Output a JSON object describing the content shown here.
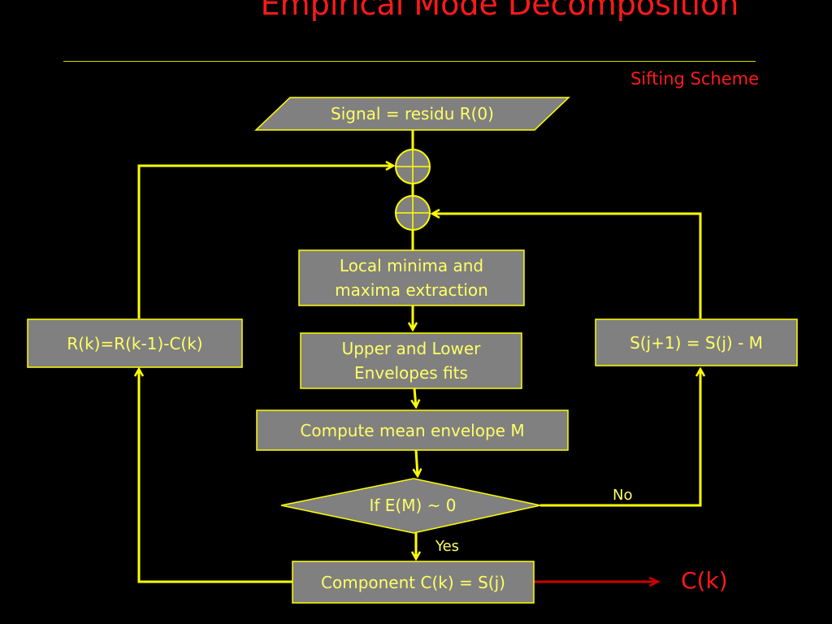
{
  "header": {
    "title": "Empirical Mode Decomposition",
    "subtitle": "Sifting Scheme"
  },
  "nodes": {
    "input": "Signal = residu R(0)",
    "extraction": "Local minima and maxima extraction",
    "envelopes": "Upper and Lower Envelopes fits",
    "mean": "Compute mean envelope M",
    "decision": "If E(M) ~ 0",
    "component": "Component C(k) = S(j)",
    "residue_update": "R(k)=R(k-1)-C(k)",
    "sift_update": "S(j+1) = S(j) - M"
  },
  "edges": {
    "yes": "Yes",
    "no": "No"
  },
  "output": "C(k)",
  "colors": {
    "background": "#000000",
    "title": "#ff1a1a",
    "node_fill": "#808080",
    "node_border": "#ffff00",
    "text": "#ffff66",
    "arrow": "#ffff00",
    "output_arrow": "#cc0000"
  }
}
